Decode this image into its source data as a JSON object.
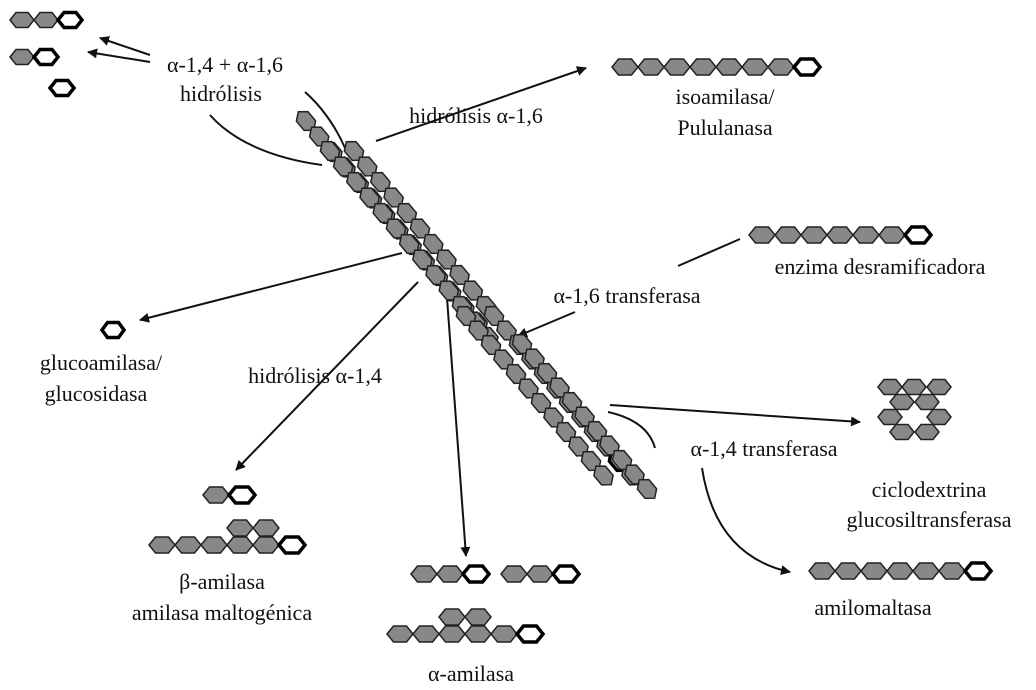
{
  "colors": {
    "hex_fill": "#888888",
    "hex_stroke": "#222222",
    "terminal_fill": "#ffffff",
    "terminal_stroke": "#000000",
    "line": "#111111",
    "text": "#111111"
  },
  "labels": {
    "hydrolysis_a14_a16_l1": "α-1,4 + α-1,6",
    "hydrolysis_a14_a16_l2": "hidrólisis",
    "hydrolysis_a16": "hidrólisis α-1,6",
    "isoamylase_l1": "isoamilasa/",
    "isoamylase_l2": "Pululanasa",
    "debranching_enzyme": "enzima desramificadora",
    "transferase_a16": "α-1,6 transferasa",
    "glucoamylase_l1": "glucoamilasa/",
    "glucoamylase_l2": "glucosidasa",
    "hydrolysis_a14": "hidrólisis α-1,4",
    "transferase_a14": "α-1,4 transferasa",
    "cgtase_l1": "ciclodextrina",
    "cgtase_l2": "glucosiltransferasa",
    "beta_amylase_l1": "β-amilasa",
    "beta_amylase_l2": "amilasa maltogénica",
    "alpha_amylase": "α-amilasa",
    "amylomaltase": "amilomaltasa"
  }
}
